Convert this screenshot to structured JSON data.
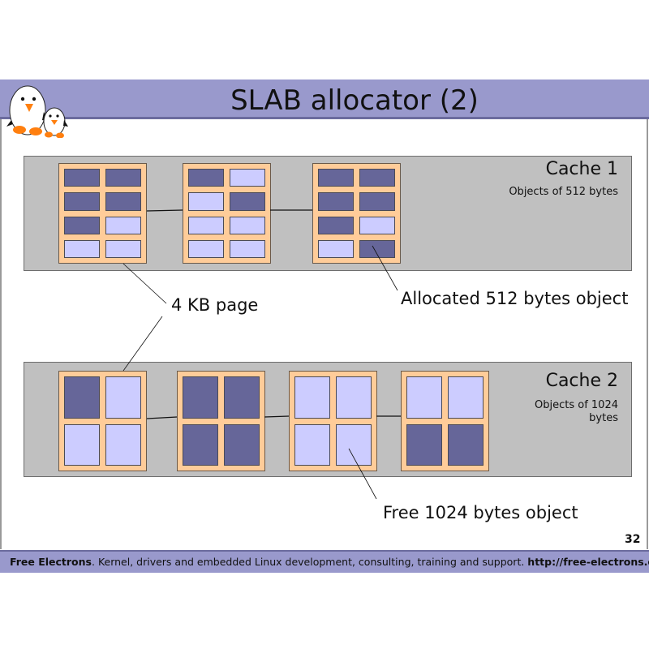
{
  "slide": {
    "title": "SLAB allocator (2)",
    "logo": "penguins-logo",
    "page_number": "32"
  },
  "caches": [
    {
      "title": "Cache 1",
      "subtitle": "Objects of 512 bytes",
      "object_size_bytes": 512,
      "pages": [
        {
          "objects": [
            "allocated",
            "allocated",
            "allocated",
            "allocated",
            "allocated",
            "free",
            "free",
            "free"
          ]
        },
        {
          "objects": [
            "allocated",
            "free",
            "free",
            "allocated",
            "free",
            "free",
            "free",
            "free"
          ]
        },
        {
          "objects": [
            "allocated",
            "allocated",
            "allocated",
            "allocated",
            "allocated",
            "free",
            "free",
            "allocated"
          ]
        }
      ]
    },
    {
      "title": "Cache 2",
      "subtitle_line1": "Objects of 1024",
      "subtitle_line2": "bytes",
      "object_size_bytes": 1024,
      "pages": [
        {
          "objects": [
            "allocated",
            "free",
            "free",
            "free"
          ]
        },
        {
          "objects": [
            "allocated",
            "allocated",
            "allocated",
            "allocated"
          ]
        },
        {
          "objects": [
            "free",
            "free",
            "free",
            "free"
          ]
        },
        {
          "objects": [
            "free",
            "free",
            "allocated",
            "allocated"
          ]
        }
      ]
    }
  ],
  "callouts": {
    "page": "4 KB page",
    "allocated": "Allocated 512 bytes object",
    "free": "Free 1024 bytes object"
  },
  "legend_colors": {
    "allocated": "#666699",
    "free": "#ccccff",
    "page": "#ffcc99",
    "cache": "#c0c0c0",
    "header": "#9999cc"
  },
  "footer": {
    "brand": "Free Electrons",
    "text": ". Kernel, drivers and embedded Linux development, consulting, training and support. ",
    "url": "http://free-electrons.com"
  }
}
